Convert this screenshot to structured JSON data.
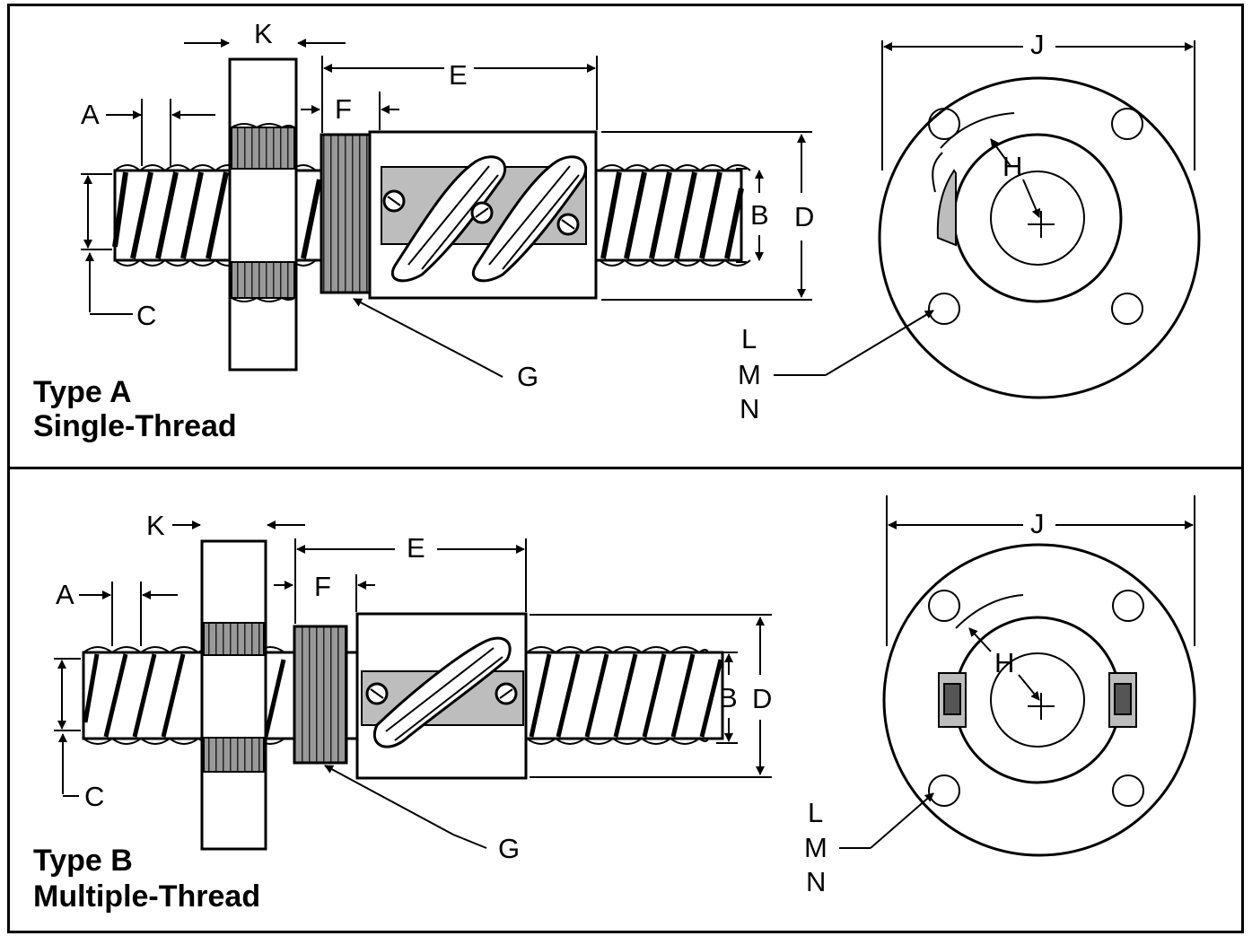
{
  "diagrams": [
    {
      "title_line1": "Type A",
      "title_line2": "Single-Thread",
      "labels": {
        "a": "A",
        "b": "B",
        "c": "C",
        "d": "D",
        "e": "E",
        "f": "F",
        "g": "G",
        "h": "H",
        "j": "J",
        "k": "K",
        "l": "L",
        "m": "M",
        "n": "N"
      }
    },
    {
      "title_line1": "Type B",
      "title_line2": "Multiple-Thread",
      "labels": {
        "a": "A",
        "b": "B",
        "c": "C",
        "d": "D",
        "e": "E",
        "f": "F",
        "g": "G",
        "h": "H",
        "j": "J",
        "k": "K",
        "l": "L",
        "m": "M",
        "n": "N"
      }
    }
  ]
}
